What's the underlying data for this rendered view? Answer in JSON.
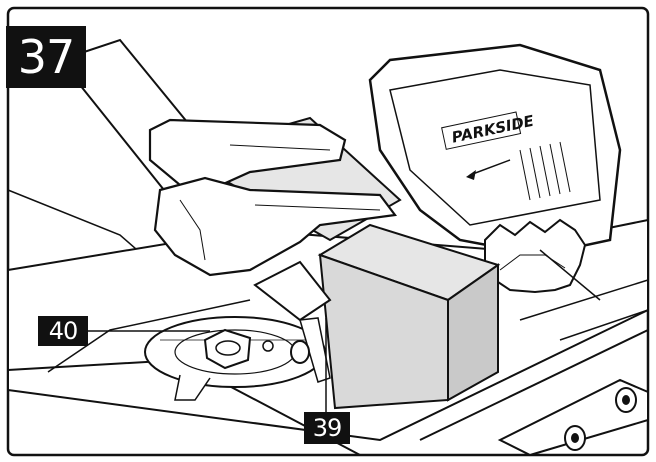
{
  "figure": {
    "number": "37",
    "callouts": [
      "40",
      "39"
    ]
  },
  "logo": {
    "text": "PARKSIDE"
  },
  "colors": {
    "stroke": "#111111",
    "material_fill": "#d9d9d9",
    "background": "#ffffff"
  }
}
